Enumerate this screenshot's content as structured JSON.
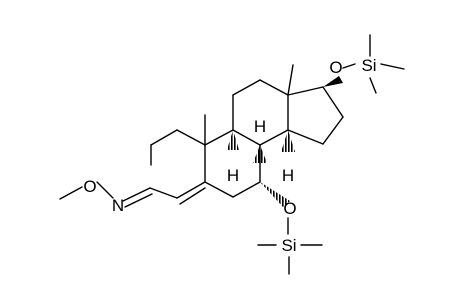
{
  "molecule": {
    "atom_labels": {
      "o_methoxy": "O",
      "n_oxime": "N",
      "o_17": "O",
      "si_17": "Si",
      "o_7": "O",
      "si_7": "Si",
      "h_8": "H",
      "h_9": "H",
      "h_14": "H"
    }
  },
  "colors": {
    "ink": "#000000",
    "background": "#ffffff"
  }
}
